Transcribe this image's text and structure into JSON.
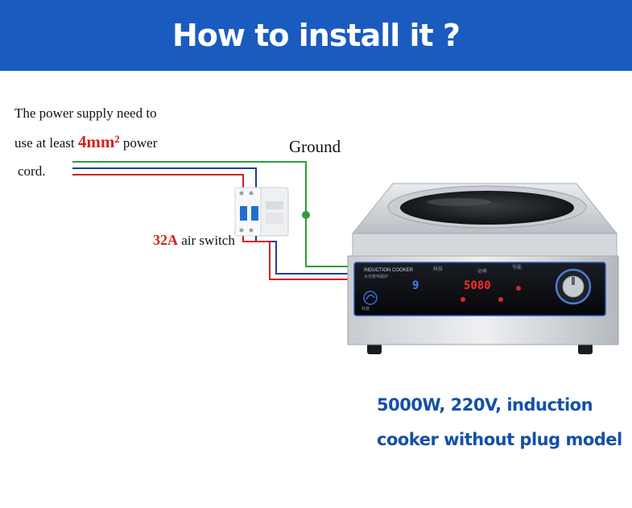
{
  "header": {
    "title": "How to install it ?",
    "background": "#1a5bbf"
  },
  "instructions": {
    "line1": "The power supply need to",
    "line2_prefix": "use  at least ",
    "line2_highlight": "4mm²",
    "line2_suffix": " power",
    "line3": "cord."
  },
  "ground_label": "Ground",
  "air_switch": {
    "rating": "32A",
    "label": " air switch"
  },
  "cooker_panel": {
    "brand": "INDUCTION COOKER",
    "sub": "大功率电磁炉",
    "label_left": "科技",
    "label_mid": "功率",
    "label_right": "节能",
    "level_display": "9",
    "power_display": "5080",
    "logo_text": "科技"
  },
  "caption": {
    "line1": "5000W, 220V, induction",
    "line2": "cooker without plug model",
    "color": "#1450a8"
  },
  "colors": {
    "wire_green": "#2e9e3a",
    "wire_blue": "#1e3f9c",
    "wire_red": "#d71f1f",
    "accent_red": "#d71f1f"
  }
}
